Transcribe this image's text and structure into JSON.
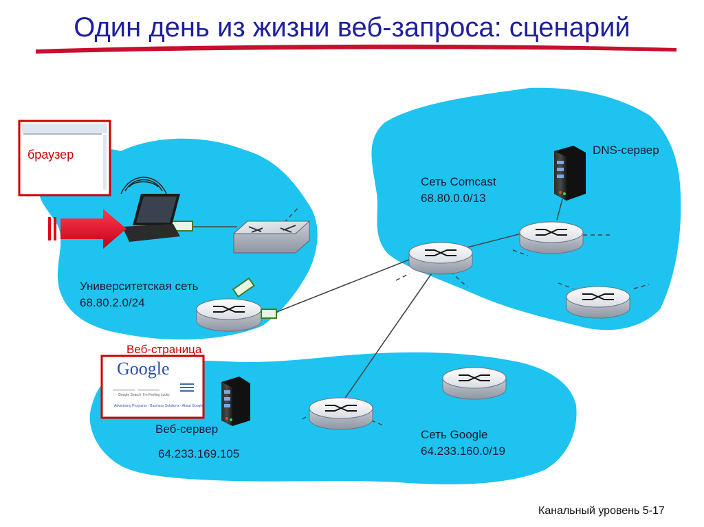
{
  "title": "Один день из жизни веб-запроса: сценарий",
  "labels": {
    "browser": "браузер",
    "dns_server": "DNS-сервер",
    "comcast_net": "Сеть Comcast",
    "comcast_prefix": "68.80.0.0/13",
    "university_net": "Университетская сеть",
    "university_prefix": "68.80.2.0/24",
    "web_page": "Веб-страница",
    "web_server": "Веб-сервер",
    "web_server_ip": "64.233.169.105",
    "google_net": "Сеть Google",
    "google_prefix": "64.233.160.0/19"
  },
  "google_thumb": {
    "logo": "Google",
    "search_btn": "Google Search",
    "lucky_btn": "I'm Feeling Lucky",
    "links": "Advertising Programs - Business Solutions - About Google"
  },
  "footer": "Канальный уровень 5-17",
  "colors": {
    "title": "#1f1f9c",
    "network_blob": "#1ec3f0",
    "highlight": "#cc0000",
    "arrow": "#e8001c"
  }
}
